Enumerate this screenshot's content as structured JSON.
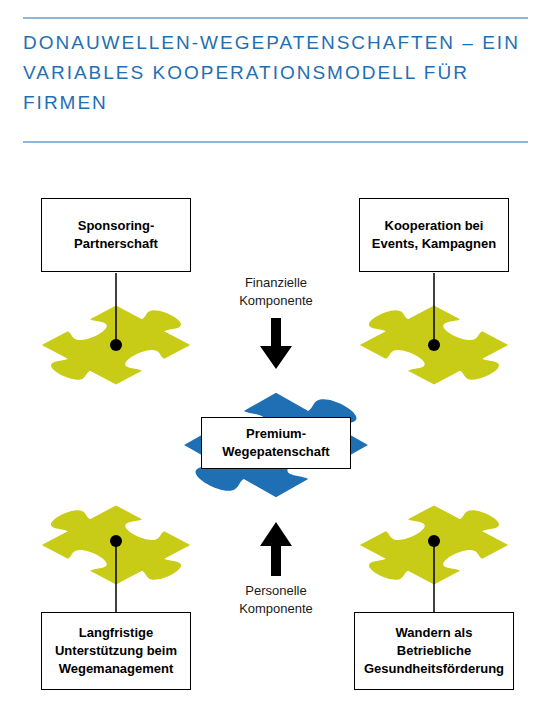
{
  "diagram": {
    "title": "DONAUWELLEN-WEGEPATENSCHAFTEN – EIN VARIABLES KOOPERATIONSMODELL FÜR FIRMEN",
    "nodes": [
      {
        "text": [
          "Sponsoring-Partnerschaft"
        ]
      },
      {
        "text": [
          "Kooperation bei Events, Kampagnen"
        ]
      },
      {
        "text": [
          "Premium-Wegepatenschaft"
        ]
      },
      {
        "text": [
          "Langfristige Unterstützung beim Wegemanagement"
        ]
      },
      {
        "text": [
          "Wandern als Betriebliche Gesundheitsförderung"
        ]
      }
    ],
    "labels": [
      "Finanzielle Komponente",
      "Personelle Komponente"
    ]
  }
}
